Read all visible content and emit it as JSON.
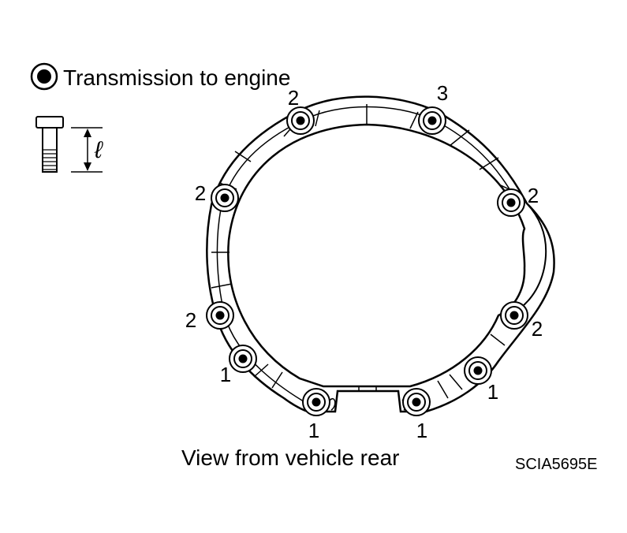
{
  "legend": {
    "label": "Transmission to engine",
    "bolt_length_symbol": "ℓ"
  },
  "view_caption": "View from vehicle rear",
  "figure_code": "SCIA5695E",
  "bolts": [
    {
      "id": "upper-left",
      "label": "2"
    },
    {
      "id": "upper-right",
      "label": "3"
    },
    {
      "id": "left-upper",
      "label": "2"
    },
    {
      "id": "right-upper",
      "label": "2"
    },
    {
      "id": "left-mid",
      "label": "2"
    },
    {
      "id": "right-mid",
      "label": "2"
    },
    {
      "id": "left-lower",
      "label": "1"
    },
    {
      "id": "right-lower",
      "label": "1"
    },
    {
      "id": "bottom-left",
      "label": "1"
    },
    {
      "id": "bottom-right",
      "label": "1"
    }
  ],
  "colors": {
    "ink": "#000000",
    "paper": "#ffffff"
  }
}
